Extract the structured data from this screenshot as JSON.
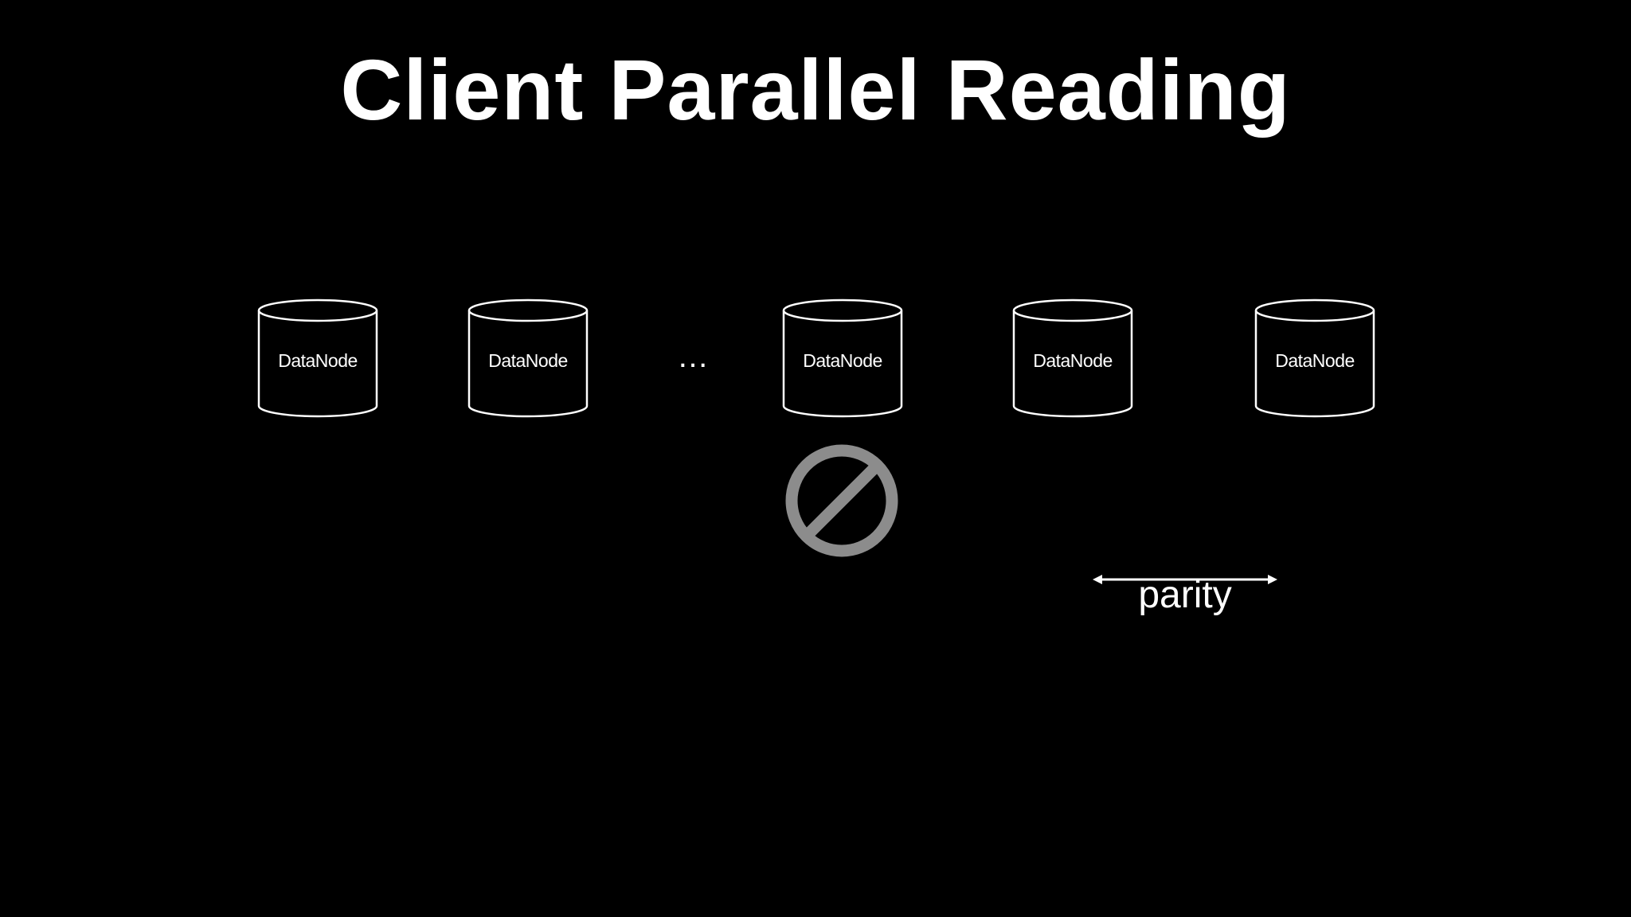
{
  "slide": {
    "title": "Client Parallel Reading"
  },
  "datanodes": [
    {
      "label": "DataNode"
    },
    {
      "label": "DataNode"
    },
    {
      "label": "DataNode",
      "status": "failed"
    },
    {
      "label": "DataNode"
    },
    {
      "label": "DataNode"
    }
  ],
  "ellipsis": "…",
  "parity": {
    "label": "parity"
  },
  "icons": {
    "failed_node": "prohibited-icon",
    "parity_span": "double-arrow-icon"
  },
  "colors": {
    "background": "#000000",
    "foreground": "#ffffff",
    "failed_icon": "#8c8c8c"
  }
}
